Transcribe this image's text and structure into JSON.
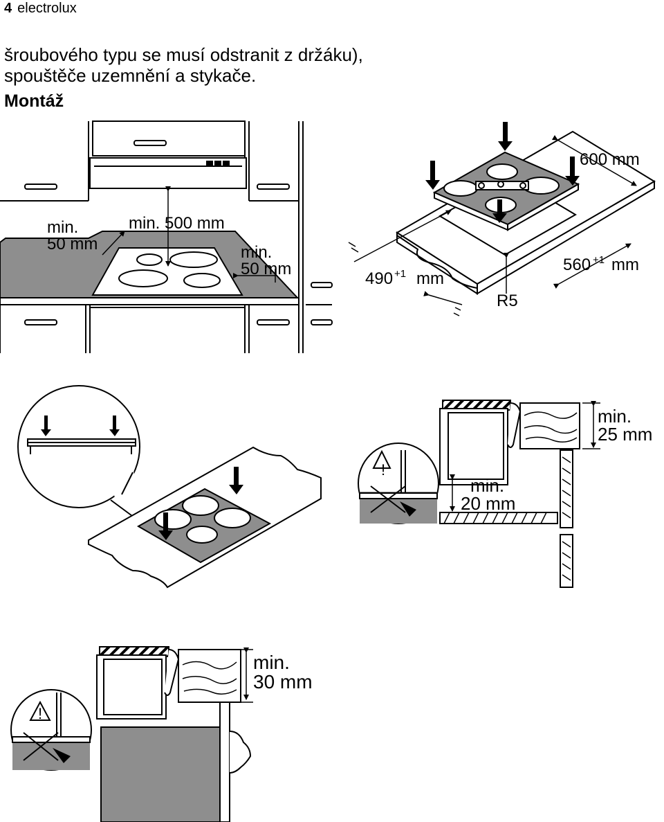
{
  "header": {
    "page_number": "4",
    "brand": "electrolux"
  },
  "intro": {
    "line1": "šroubového typu se musí odstranit z držáku),",
    "line2": "spouštěče uzemnění a stykače."
  },
  "section_title": "Montáž",
  "fig1": {
    "min50_left_a": "min.",
    "min50_left_b": "50 mm",
    "min500": "min. 500 mm",
    "min50_right_a": "min.",
    "min50_right_b": "50 mm"
  },
  "fig2": {
    "w600": "600 mm",
    "d490": "490",
    "d490_sup": "+1",
    "d490_unit": "mm",
    "w560": "560",
    "w560_sup": "+1",
    "w560_unit": "mm",
    "radius": "R5"
  },
  "fig4": {
    "min25_a": "min.",
    "min25_b": "25 mm",
    "min20_a": "min.",
    "min20_b": "20 mm",
    "warning": "!"
  },
  "fig5": {
    "min30_a": "min.",
    "min30_b": "30 mm",
    "warning": "!"
  }
}
